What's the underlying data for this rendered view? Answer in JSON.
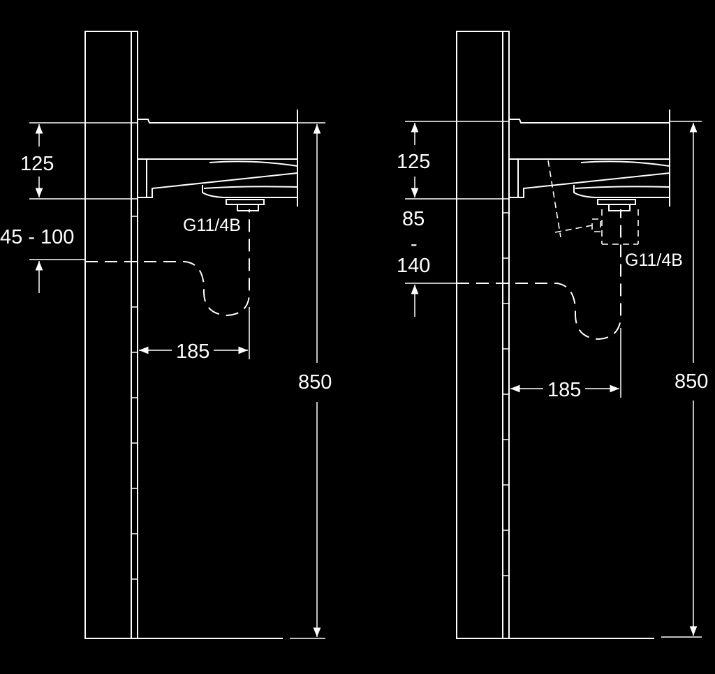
{
  "colors": {
    "background": "#000000",
    "line": "#ffffff"
  },
  "left_view": {
    "dim_spout_height": "125",
    "dim_offset_range": "45 - 100",
    "dim_projection": "185",
    "dim_total_height": "850",
    "thread_label": "G11/4B"
  },
  "right_view": {
    "dim_spout_height": "125",
    "dim_range_min": "85",
    "dim_range_sep": "-",
    "dim_range_max": "140",
    "dim_projection": "185",
    "dim_total_height": "850",
    "thread_label": "G11/4B"
  }
}
